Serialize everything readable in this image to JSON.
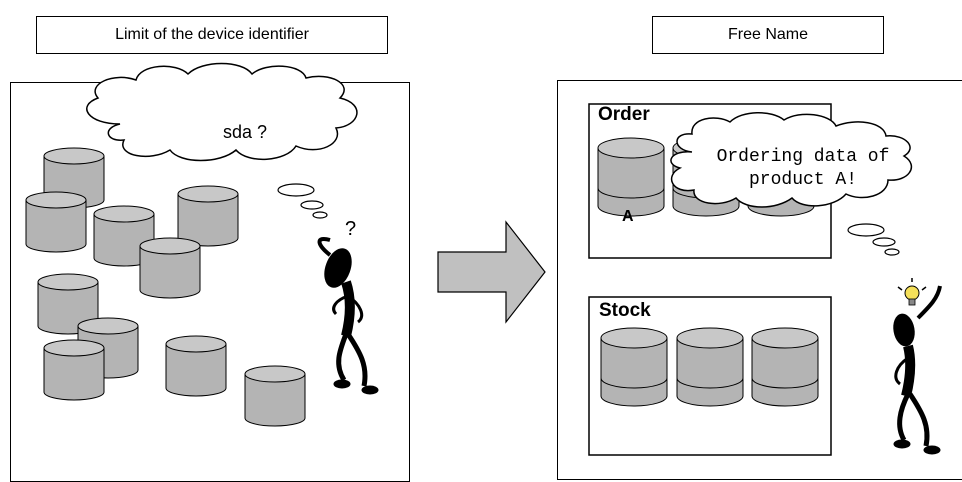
{
  "left": {
    "title": "Limit of  the device identifier",
    "thought": "sda ?",
    "question_mark": "?"
  },
  "right": {
    "title": "Free Name",
    "thought_line1": "Ordering data of",
    "thought_line2": "product A!",
    "groups": {
      "order": {
        "label": "Order",
        "disk_label": "A"
      },
      "stock": {
        "label": "Stock"
      }
    }
  },
  "colors": {
    "disk_fill": "#b4b4b4",
    "disk_top": "#c8c8c8",
    "arrow_fill": "#c0c0c0",
    "stroke": "#000000"
  },
  "icons": [
    "confused-stick-figure-icon",
    "arrow-right-icon",
    "lightbulb-icon",
    "thinking-stick-figure-icon"
  ]
}
